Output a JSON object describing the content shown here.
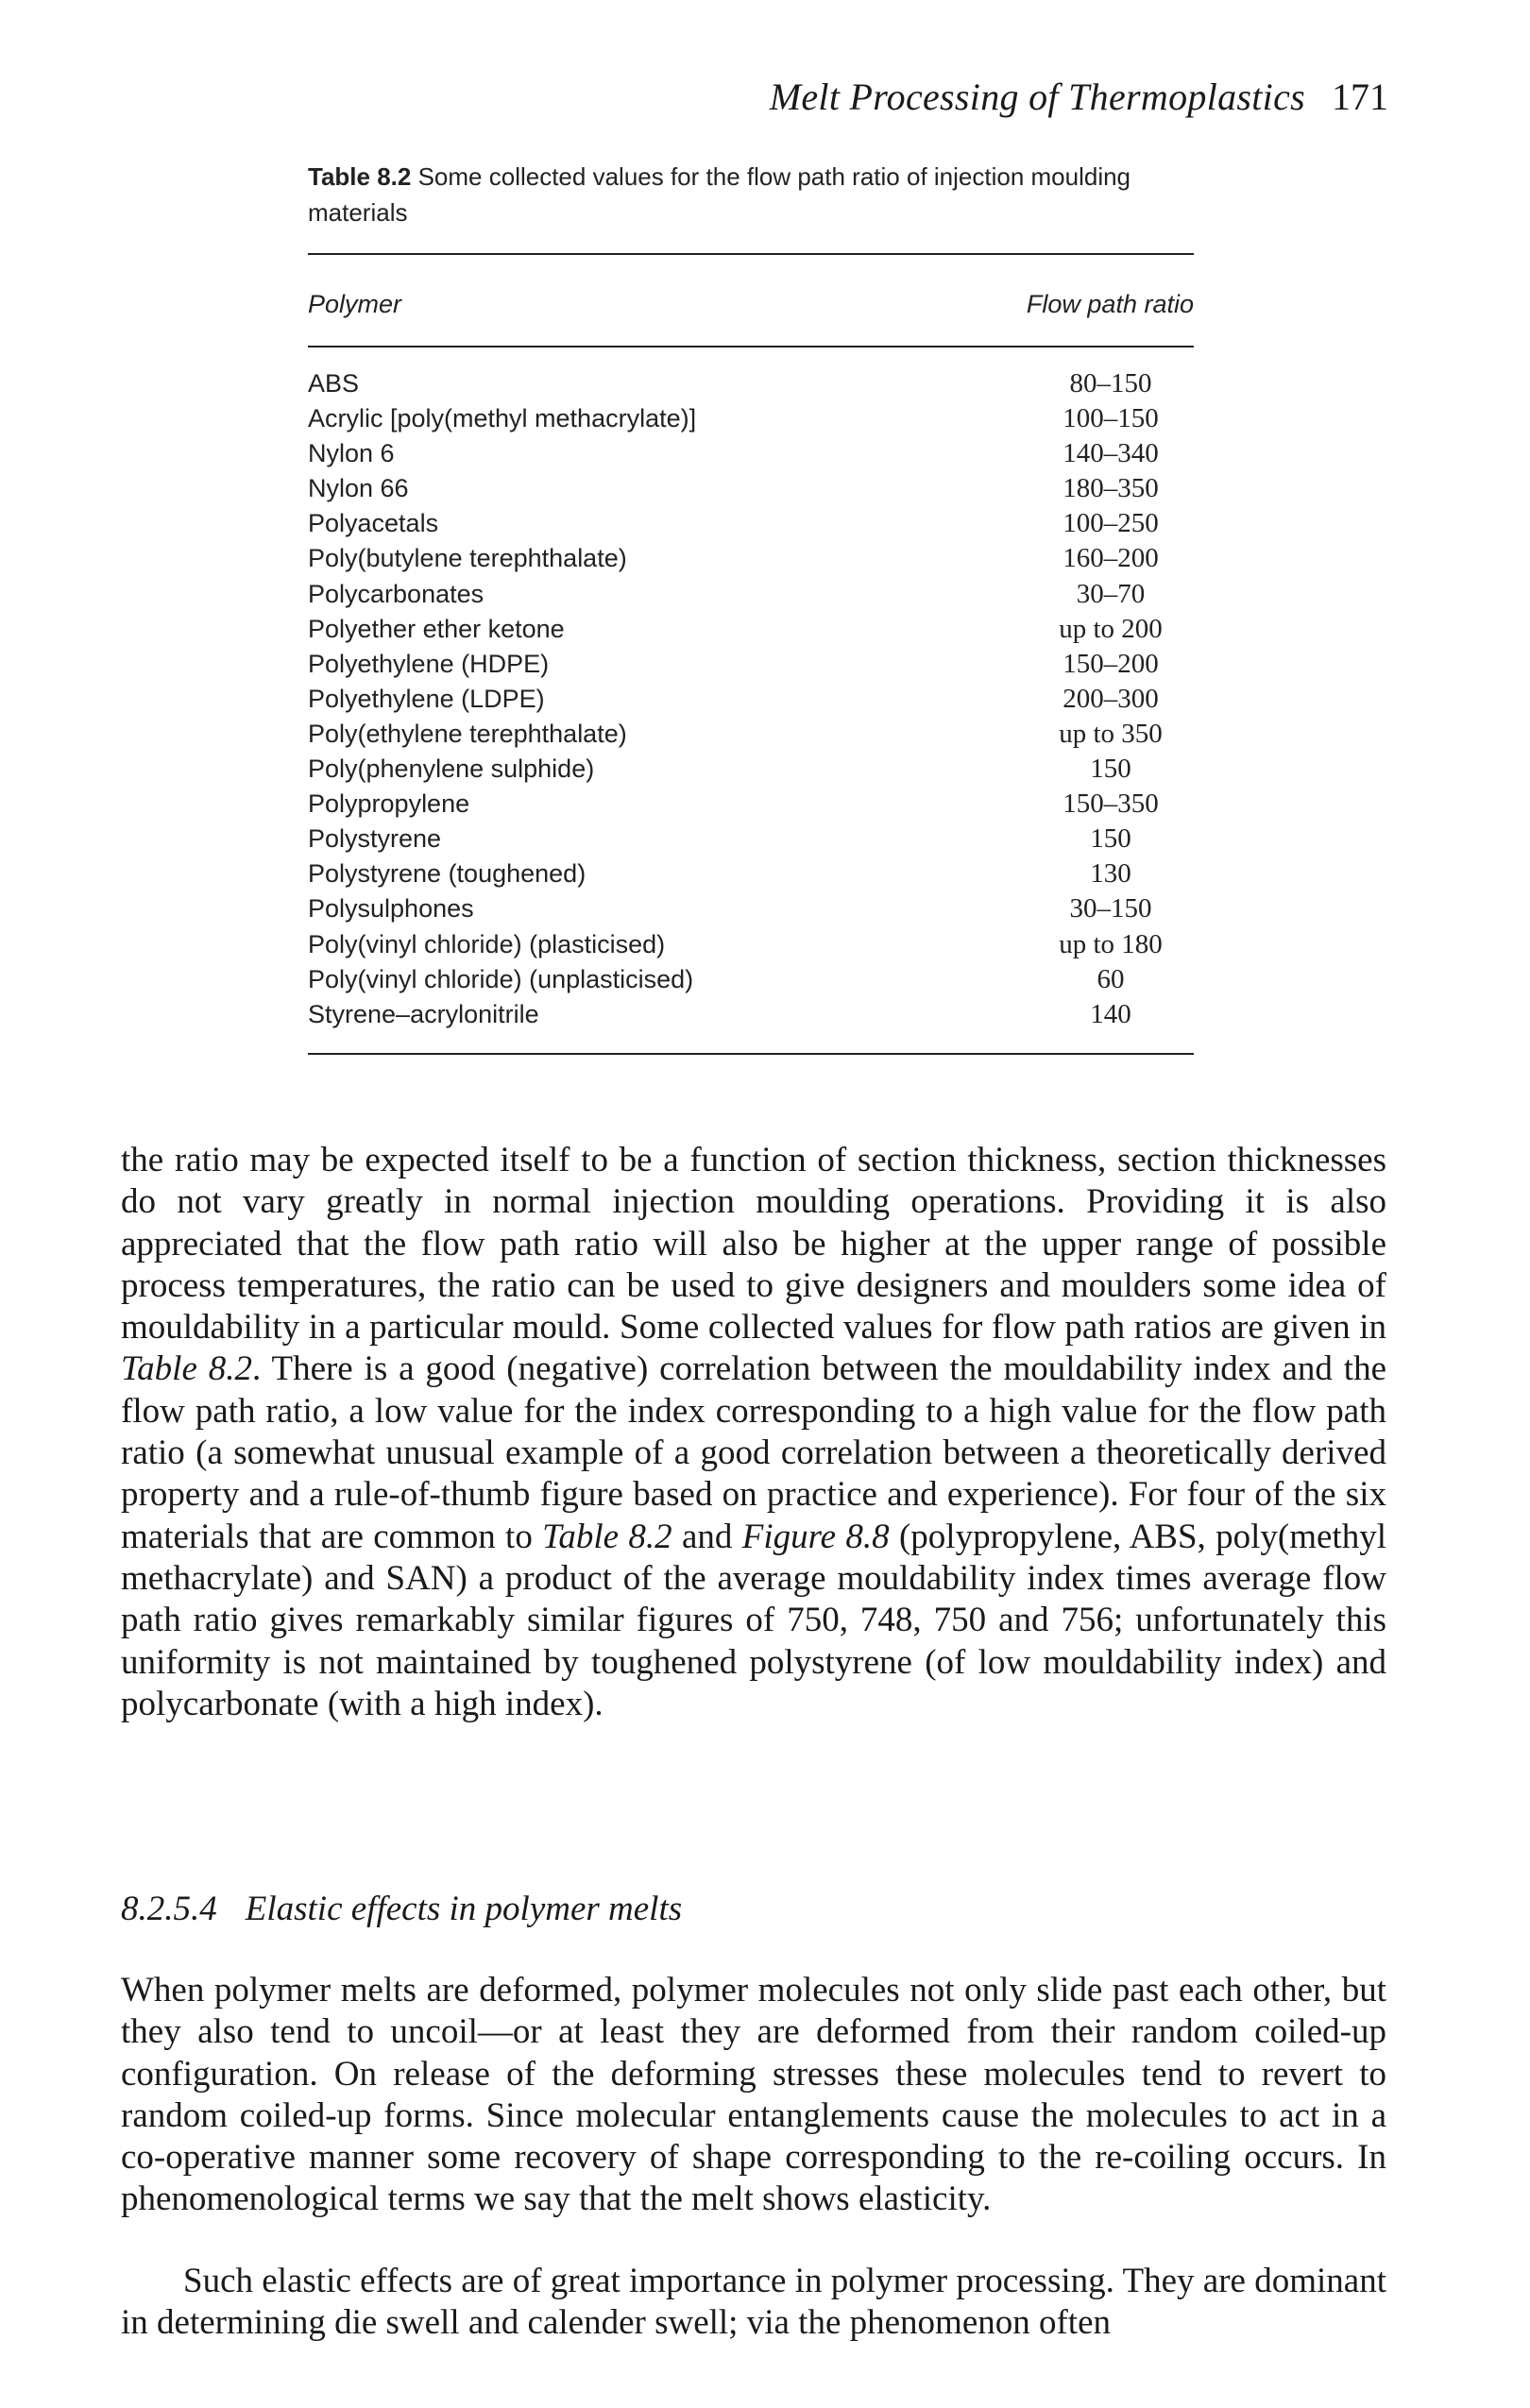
{
  "header": {
    "title": "Melt Processing of Thermoplastics",
    "page_number": "171"
  },
  "table": {
    "caption_label": "Table 8.2",
    "caption_text": "Some collected values for the flow path ratio of injection moulding materials",
    "columns": [
      "Polymer",
      "Flow path ratio"
    ],
    "rows": [
      {
        "polymer": "ABS",
        "ratio": "80–150"
      },
      {
        "polymer": "Acrylic [poly(methyl methacrylate)]",
        "ratio": "100–150"
      },
      {
        "polymer": "Nylon 6",
        "ratio": "140–340"
      },
      {
        "polymer": "Nylon 66",
        "ratio": "180–350"
      },
      {
        "polymer": "Polyacetals",
        "ratio": "100–250"
      },
      {
        "polymer": "Poly(butylene terephthalate)",
        "ratio": "160–200"
      },
      {
        "polymer": "Polycarbonates",
        "ratio": "30–70"
      },
      {
        "polymer": "Polyether ether ketone",
        "ratio": "up to 200"
      },
      {
        "polymer": "Polyethylene (HDPE)",
        "ratio": "150–200"
      },
      {
        "polymer": "Polyethylene (LDPE)",
        "ratio": "200–300"
      },
      {
        "polymer": "Poly(ethylene terephthalate)",
        "ratio": "up to 350"
      },
      {
        "polymer": "Poly(phenylene sulphide)",
        "ratio": "150"
      },
      {
        "polymer": "Polypropylene",
        "ratio": "150–350"
      },
      {
        "polymer": "Polystyrene",
        "ratio": "150"
      },
      {
        "polymer": "Polystyrene (toughened)",
        "ratio": "130"
      },
      {
        "polymer": "Polysulphones",
        "ratio": "30–150"
      },
      {
        "polymer": "Poly(vinyl chloride) (plasticised)",
        "ratio": "up to 180"
      },
      {
        "polymer": "Poly(vinyl chloride) (unplasticised)",
        "ratio": "60"
      },
      {
        "polymer": "Styrene–acrylonitrile",
        "ratio": "140"
      }
    ]
  },
  "paragraph1": {
    "a": "the ratio may be expected itself to be a function of section thickness, section thicknesses do not vary greatly in normal injection moulding operations. Providing it is also appreciated that the flow path ratio will also be higher at the upper range of possible process temperatures, the ratio can be used to give designers and moulders some idea of mouldability in a particular mould. Some collected values for flow path ratios are given in ",
    "ref1": "Table 8.2",
    "b": ". There is a good (negative) correlation between the mouldability index and the flow path ratio, a low value for the index corresponding to a high value for the flow path ratio (a somewhat unusual example of a good correlation between a theoretically derived property and a rule-of-thumb figure based on practice and experience). For four of the six materials that are common to ",
    "ref2": "Table 8.2",
    "c": " and ",
    "ref3": "Figure 8.8",
    "d": " (polypropylene, ABS, poly(methyl methacrylate) and SAN) a product of the average mouldability index times average flow path ratio gives remarkably similar figures of 750, 748, 750 and 756; unfortunately this uniformity is not maintained by toughened polystyrene (of low mouldability index) and polycarbonate (with a high index)."
  },
  "section": {
    "number": "8.2.5.4",
    "title": "Elastic effects in polymer melts"
  },
  "paragraph2": "When polymer melts are deformed, polymer molecules not only slide past each other, but they also tend to uncoil—or at least they are deformed from their random coiled-up configuration. On release of the deforming stresses these molecules tend to revert to random coiled-up forms. Since molecular entanglements cause the molecules to act in a co-operative manner some recovery of shape corresponding to the re-coiling occurs. In phenomenological terms we say that the melt shows elasticity.",
  "paragraph3": "Such elastic effects are of great importance in polymer processing. They are dominant in determining die swell and calender swell; via the phenomenon often"
}
